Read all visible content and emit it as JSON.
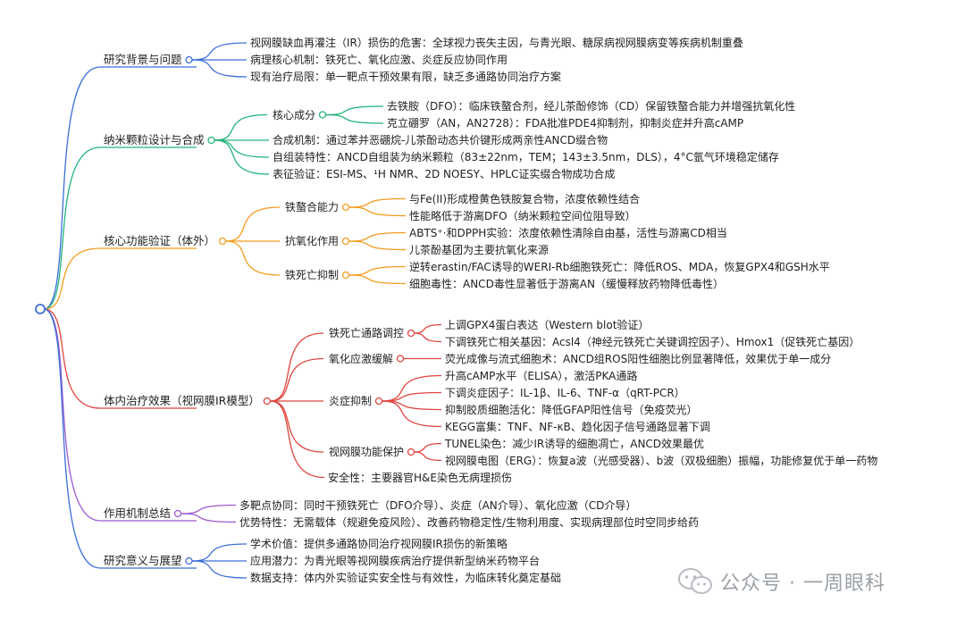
{
  "colors": {
    "root": "#3b6fd8",
    "branches": [
      "#3b6fd8",
      "#22b37a",
      "#f39c1f",
      "#e0443e",
      "#9b59d0",
      "#3b6fd8"
    ]
  },
  "watermark": {
    "icon": "wechat-icon",
    "text": "公众号 · 一周眼科"
  },
  "branches": [
    {
      "label": "研究背景与问题",
      "children": [
        {
          "label": "视网膜缺血再灌注（IR）损伤的危害：全球视力丧失主因，与青光眼、糖尿病视网膜病变等疾病机制重叠"
        },
        {
          "label": "病理核心机制：铁死亡、氧化应激、炎症反应协同作用"
        },
        {
          "label": "现有治疗局限：单一靶点干预效果有限，缺乏多通路协同治疗方案"
        }
      ]
    },
    {
      "label": "纳米颗粒设计与合成",
      "children": [
        {
          "label": "核心成分",
          "children": [
            {
              "label": "去铁胺（DFO）：临床铁螯合剂，经儿茶酚修饰（CD）保留铁螯合能力并增强抗氧化性"
            },
            {
              "label": "克立硼罗（AN，AN2728）：FDA批准PDE4抑制剂，抑制炎症并升高cAMP"
            }
          ]
        },
        {
          "label": "合成机制：通过苯并恶硼烷-儿茶酚动态共价键形成两亲性ANCD缀合物"
        },
        {
          "label": "自组装特性：ANCD自组装为纳米颗粒（83±22nm，TEM；143±3.5nm，DLS），4°C氩气环境稳定储存"
        },
        {
          "label": "表征验证：ESI-MS、¹H NMR、2D NOESY、HPLC证实缀合物成功合成"
        }
      ]
    },
    {
      "label": "核心功能验证（体外）",
      "children": [
        {
          "label": "铁螯合能力",
          "children": [
            {
              "label": "与Fe(II)形成橙黄色铁胺复合物，浓度依赖性结合"
            },
            {
              "label": "性能略低于游离DFO（纳米颗粒空间位阻导致）"
            }
          ]
        },
        {
          "label": "抗氧化作用",
          "children": [
            {
              "label": "ABTS⁺·和DPPH实验：浓度依赖性清除自由基，活性与游离CD相当"
            },
            {
              "label": "儿茶酚基团为主要抗氧化来源"
            }
          ]
        },
        {
          "label": "铁死亡抑制",
          "children": [
            {
              "label": "逆转erastin/FAC诱导的WERI-Rb细胞铁死亡：降低ROS、MDA，恢复GPX4和GSH水平"
            },
            {
              "label": "细胞毒性：ANCD毒性显著低于游离AN（缓慢释放药物降低毒性）"
            }
          ]
        }
      ]
    },
    {
      "label": "体内治疗效果（视网膜IR模型）",
      "children": [
        {
          "label": "铁死亡通路调控",
          "children": [
            {
              "label": "上调GPX4蛋白表达（Western blot验证）"
            },
            {
              "label": "下调铁死亡相关基因：Acsl4（神经元铁死亡关键调控因子）、Hmox1（促铁死亡基因）"
            }
          ]
        },
        {
          "label": "氧化应激缓解",
          "children": [
            {
              "label": "荧光成像与流式细胞术：ANCD组ROS阳性细胞比例显著降低，效果优于单一成分"
            }
          ]
        },
        {
          "label": "炎症抑制",
          "children": [
            {
              "label": "升高cAMP水平（ELISA），激活PKA通路"
            },
            {
              "label": "下调炎症因子：IL-1β、IL-6、TNF-α（qRT-PCR）"
            },
            {
              "label": "抑制胶质细胞活化：降低GFAP阳性信号（免疫荧光）"
            },
            {
              "label": "KEGG富集：TNF、NF-κB、趋化因子信号通路显著下调"
            }
          ]
        },
        {
          "label": "视网膜功能保护",
          "children": [
            {
              "label": "TUNEL染色：减少IR诱导的细胞凋亡，ANCD效果最优"
            },
            {
              "label": "视网膜电图（ERG）：恢复a波（光感受器）、b波（双极细胞）振幅，功能修复优于单一药物"
            }
          ]
        },
        {
          "label": "安全性：主要器官H&E染色无病理损伤"
        }
      ]
    },
    {
      "label": "作用机制总结",
      "children": [
        {
          "label": "多靶点协同：同时干预铁死亡（DFO介导）、炎症（AN介导）、氧化应激（CD介导）"
        },
        {
          "label": "优势特性：无需载体（规避免疫风险）、改善药物稳定性/生物利用度、实现病理部位时空同步给药"
        }
      ]
    },
    {
      "label": "研究意义与展望",
      "children": [
        {
          "label": "学术价值：提供多通路协同治疗视网膜IR损伤的新策略"
        },
        {
          "label": "应用潜力：为青光眼等视网膜疾病治疗提供新型纳米药物平台"
        },
        {
          "label": "数据支持：体内外实验证实安全性与有效性，为临床转化奠定基础"
        }
      ]
    }
  ]
}
